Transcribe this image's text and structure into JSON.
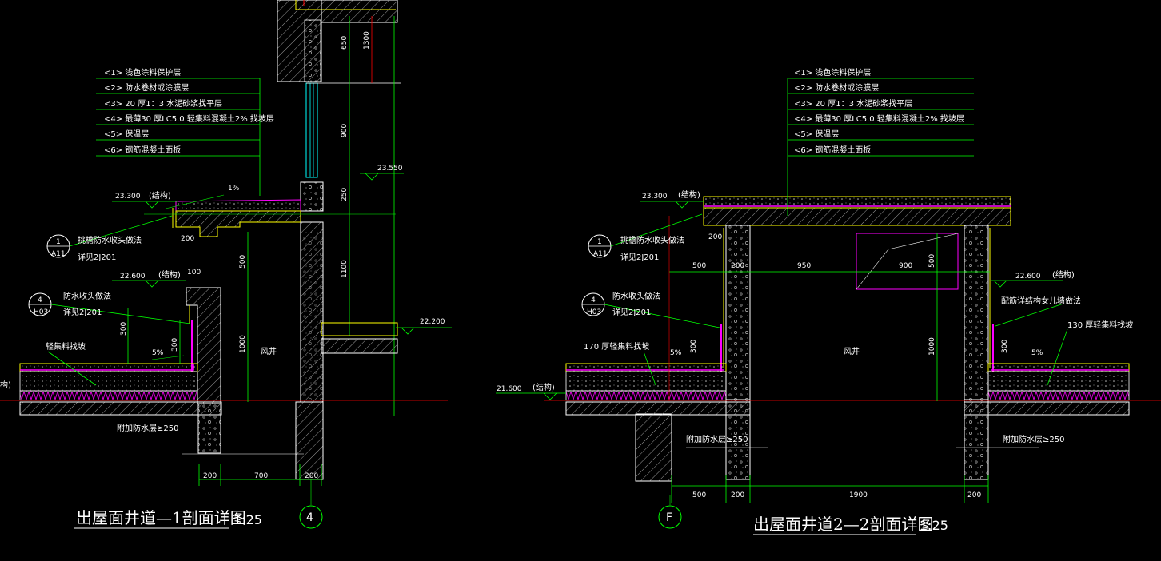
{
  "left": {
    "layers": [
      "<1>  浅色涂料保护层",
      "<2>  防水卷材或涂膜层",
      "<3>  20 厚1：3 水泥砂浆找平层",
      "<4>  最薄30 厚LC5.0  轻集料混凝土2% 找坡层",
      "<5>  保温层",
      "<6>  钢筋混凝土面板"
    ],
    "elev_roof": "23.300",
    "elev_roof_note": "(结构)",
    "elev_window": "23.550",
    "elev_lower": "22.200",
    "elev_curb": "22.600",
    "elev_curb_note": "(结构)",
    "slope_top": "1%",
    "slope_bottom": "5%",
    "callout1_top": "1",
    "callout1_bot": "A11",
    "callout1_text1": "挑檐防水收头做法",
    "callout1_text2": "详见2J201",
    "callout2_top": "4",
    "callout2_bot": "H03",
    "callout2_text1": "防水收头做法",
    "callout2_text2": "详见2J201",
    "light_fill": "轻集料找坡",
    "waterproof": "附加防水层≥250",
    "well": "风井",
    "dims": {
      "d650": "650",
      "d1300": "1300",
      "d900": "900",
      "d250": "250",
      "d1100": "1100",
      "d500": "500",
      "d1000": "1000",
      "d200a": "200",
      "d100": "100",
      "d300": "300",
      "d200b": "200",
      "d700": "700",
      "d200c": "200"
    },
    "axis": "4",
    "title": "出屋面井道—1剖面详图",
    "scale": "1:25",
    "edge_note": "构)"
  },
  "right": {
    "layers": [
      "<1>  浅色涂料保护层",
      "<2>  防水卷材或涂膜层",
      "<3>  20 厚1：3 水泥砂浆找平层",
      "<4>  最薄30 厚LC5.0  轻集料混凝土2% 找坡层",
      "<5>  保温层",
      "<6>  钢筋混凝土面板"
    ],
    "elev_roof": "23.300",
    "elev_roof_note": "(结构)",
    "elev_curb": "22.600",
    "elev_curb_note": "(结构)",
    "elev_base": "21.600",
    "elev_base_note": "(结构)",
    "callout1_top": "1",
    "callout1_bot": "A11",
    "callout1_text1": "挑檐防水收头做法",
    "callout1_text2": "详见2J201",
    "callout2_top": "4",
    "callout2_bot": "H03",
    "callout2_text1": "防水收头做法",
    "callout2_text2": "详见2J201",
    "rebar_note": "配筋详结构女儿墙做法",
    "fill_left": "170  厚轻集料找坡",
    "fill_right": "130  厚轻集料找坡",
    "slope_left": "5%",
    "slope_right": "5%",
    "waterproof_left": "附加防水层≥250",
    "waterproof_right": "附加防水层≥250",
    "well": "风井",
    "dims": {
      "d200top": "200",
      "d500": "500",
      "d200": "200",
      "d950": "950",
      "d900": "900",
      "d500v": "500",
      "d300l": "300",
      "d300r": "300",
      "d1000": "1000",
      "b500": "500",
      "b200a": "200",
      "b1900": "1900",
      "b200b": "200"
    },
    "axis": "F",
    "title": "出屋面井道2—2剖面详图",
    "scale": "1:25"
  },
  "colors": {
    "green": "#00ff00",
    "yellow": "#ffff00",
    "magenta": "#ff00ff",
    "red": "#ff0000",
    "gray": "#808080",
    "white": "#ffffff",
    "cyan": "#00ffff"
  }
}
